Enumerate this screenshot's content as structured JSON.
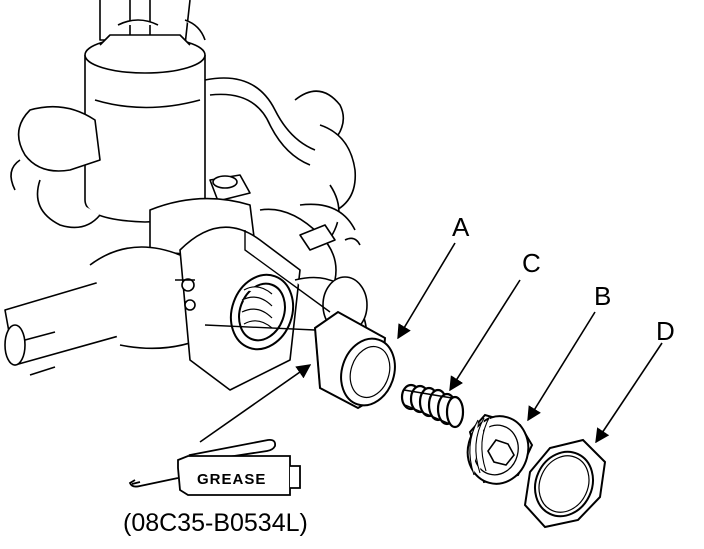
{
  "labels": {
    "a": "A",
    "b": "B",
    "c": "C",
    "d": "D"
  },
  "grease": {
    "label": "GREASE",
    "part_number": "(08C35-B0534L)"
  }
}
